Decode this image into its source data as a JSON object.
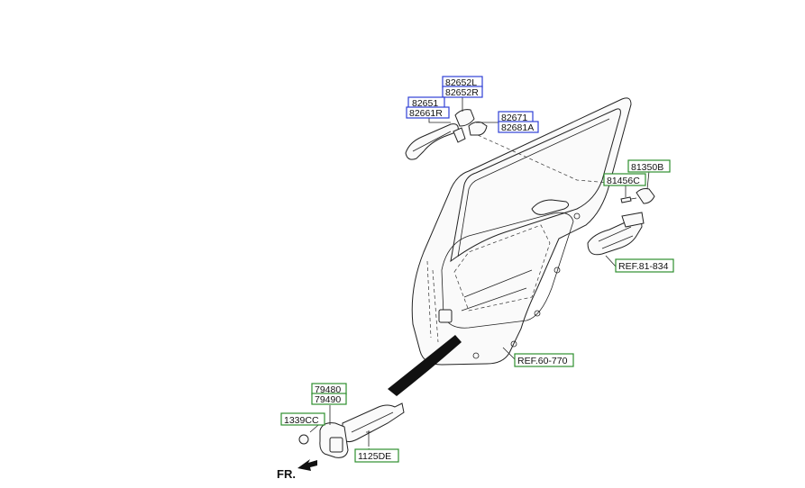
{
  "labels": {
    "p82652L": "82652L",
    "p82652R": "82652R",
    "p82651": "82651",
    "p82661R": "82661R",
    "p82671": "82671",
    "p82681A": "82681A",
    "p81350B": "81350B",
    "p81456C": "81456C",
    "ref81834": "REF.81-834",
    "ref60770": "REF.60-770",
    "p79480": "79480",
    "p79490": "79490",
    "p1339CC": "1339CC",
    "p1125DE": "1125DE"
  },
  "direction": "FR.",
  "colors": {
    "part_box_border": "#2f3fd6",
    "ref_box_border": "#2e8f2e"
  }
}
